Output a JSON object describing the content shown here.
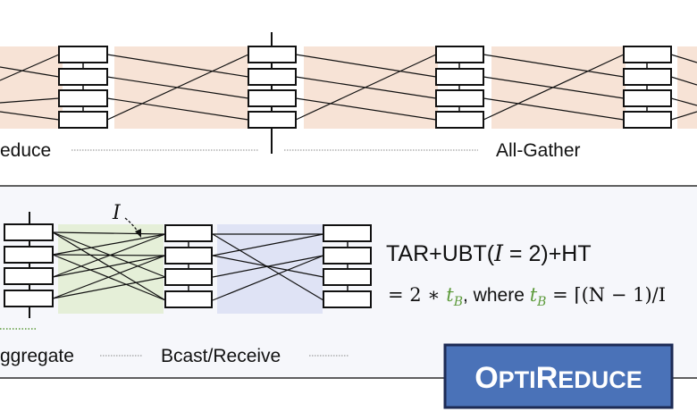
{
  "top_panel": {
    "labels": {
      "left": "educe",
      "right": "All-Gather"
    },
    "band_colors": {
      "peach": "#f7e3d6"
    }
  },
  "bottom_panel": {
    "band_colors": {
      "green": "#e5efd8",
      "blue": "#dfe3f5",
      "panel_bg": "#f6f7fb"
    },
    "labels": {
      "aggregate": "ggregate",
      "bcast": "Bcast/Receive"
    },
    "i_marker": "I",
    "formula": {
      "line1_prefix": "TAR+UBT(",
      "line1_var": "I",
      "line1_eq": " = 2)+HT",
      "line2_eq": "= 2 ∗ ",
      "line2_tb": "t",
      "line2_tb_sub": "B",
      "line2_where": ", where ",
      "line2_tb2": "t",
      "line2_tb2_sub": "B",
      "line2_tail": " = ⌈(N − 1)/I",
      "green_color": "#5c9a3a"
    }
  },
  "brand": {
    "text_big1": "O",
    "text_small1": "PTI",
    "text_big2": "R",
    "text_small2": "EDUCE",
    "bg_color": "#4a72b8",
    "border_color": "#1d2b55"
  }
}
